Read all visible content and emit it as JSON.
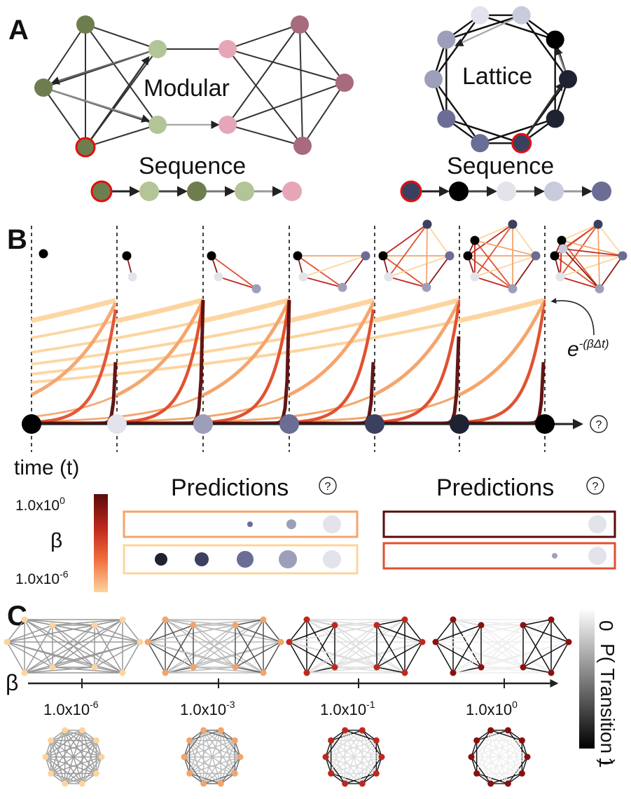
{
  "panel_a": {
    "label": "A",
    "modular_title": "Modular",
    "lattice_title": "Lattice",
    "sequence_label_left": "Sequence",
    "sequence_label_right": "Sequence"
  },
  "panel_b": {
    "label": "B",
    "formula_base": "e",
    "formula_exp": "-(βΔt)",
    "time_label": "time (t)",
    "question_mark": "?",
    "predictions_left": "Predictions",
    "predictions_right": "Predictions",
    "beta_symbol": "β",
    "beta_max_label": "1.0x10",
    "beta_max_exp": "0",
    "beta_min_label": "1.0x10",
    "beta_min_exp": "-6"
  },
  "panel_c": {
    "label": "C",
    "beta_symbol": "β",
    "ticks": [
      {
        "base": "1.0x10",
        "exp": "-6"
      },
      {
        "base": "1.0x10",
        "exp": "-3"
      },
      {
        "base": "1.0x10",
        "exp": "-1"
      },
      {
        "base": "1.0x10",
        "exp": "0"
      }
    ],
    "colorbar_title": "P( Transition )",
    "colorbar_top": "0",
    "colorbar_bottom": "1"
  },
  "colors": {
    "beta_low": "#fdd49e",
    "beta_mid1": "#f4a46a",
    "beta_mid2": "#e0502e",
    "beta_high": "#5a0b0b",
    "modular_green": [
      "#6e7d4e",
      "#b3c496"
    ],
    "modular_pink": [
      "#a86a7d",
      "#e6a6b8"
    ],
    "lattice_purples": [
      "#000000",
      "#1f2233",
      "#3c4060",
      "#6b6d94",
      "#9d9fba",
      "#c9cadb",
      "#e3e3ec"
    ]
  }
}
